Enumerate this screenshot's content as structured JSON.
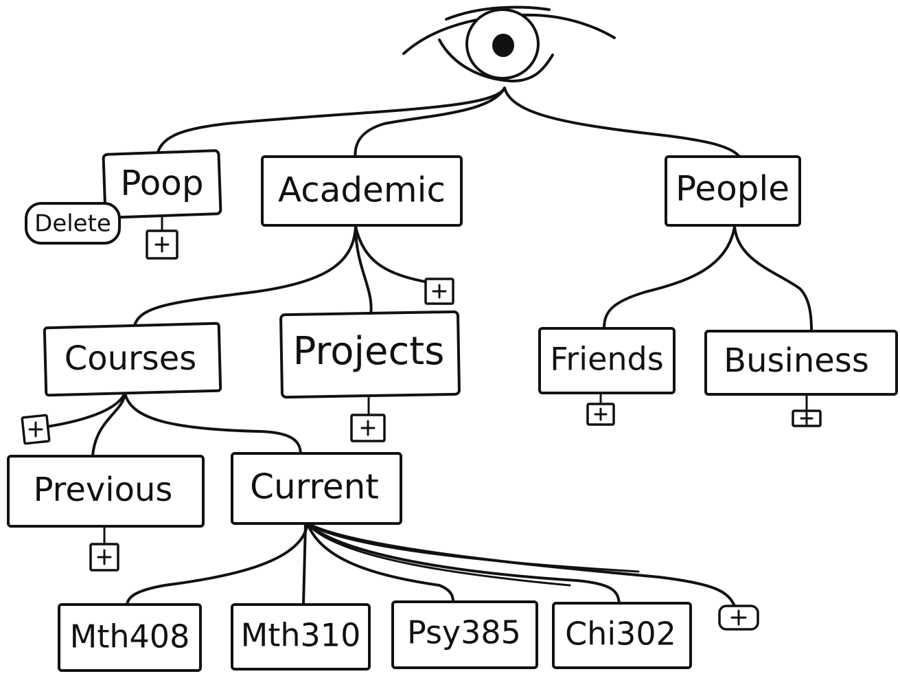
{
  "nodes": {
    "poop": "Poop",
    "delete": "Delete",
    "academic": "Academic",
    "people": "People",
    "courses": "Courses",
    "projects": "Projects",
    "friends": "Friends",
    "business": "Business",
    "previous": "Previous",
    "current": "Current",
    "mth408": "Mth408",
    "mth310": "Mth310",
    "psy385": "Psy385",
    "chi302": "Chi302"
  },
  "icons": {
    "root": "eye-icon",
    "add": "plus-icon"
  },
  "colors": {
    "ink": "#111111",
    "paper": "#ffffff"
  }
}
